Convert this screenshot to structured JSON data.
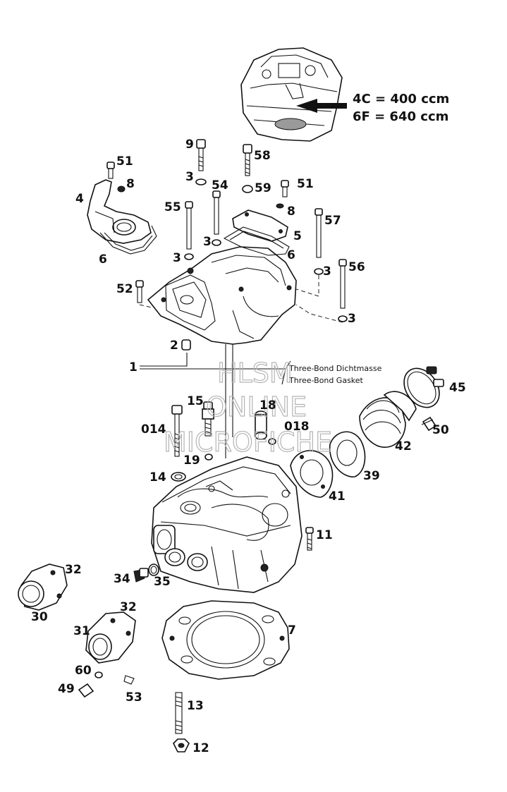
{
  "specs": {
    "line1": "4C = 400 ccm",
    "line2": "6F = 640 ccm"
  },
  "notes": {
    "sealant_de": "Three-Bond Dichtmasse",
    "sealant_en": "Three-Bond Gasket"
  },
  "watermark": {
    "line1": "HLSM",
    "line2": "ONLINE",
    "line3": "MICROFICHE"
  },
  "callouts": {
    "c1": "1",
    "c2": "2",
    "c3a": "3",
    "c3b": "3",
    "c3c": "3",
    "c3d": "3",
    "c3e": "3",
    "c4": "4",
    "c5": "5",
    "c6a": "6",
    "c6b": "6",
    "c7": "7",
    "c8a": "8",
    "c8b": "8",
    "c9": "9",
    "c11": "11",
    "c12": "12",
    "c13": "13",
    "c14": "14",
    "c014": "014",
    "c15": "15",
    "c18": "18",
    "c018": "018",
    "c19": "19",
    "c30": "30",
    "c31": "31",
    "c32a": "32",
    "c32b": "32",
    "c34": "34",
    "c35": "35",
    "c39": "39",
    "c41": "41",
    "c42": "42",
    "c45": "45",
    "c49": "49",
    "c50": "50",
    "c51a": "51",
    "c51b": "51",
    "c52": "52",
    "c53": "53",
    "c54": "54",
    "c55": "55",
    "c56": "56",
    "c57": "57",
    "c58": "58",
    "c59": "59",
    "c60": "60"
  }
}
